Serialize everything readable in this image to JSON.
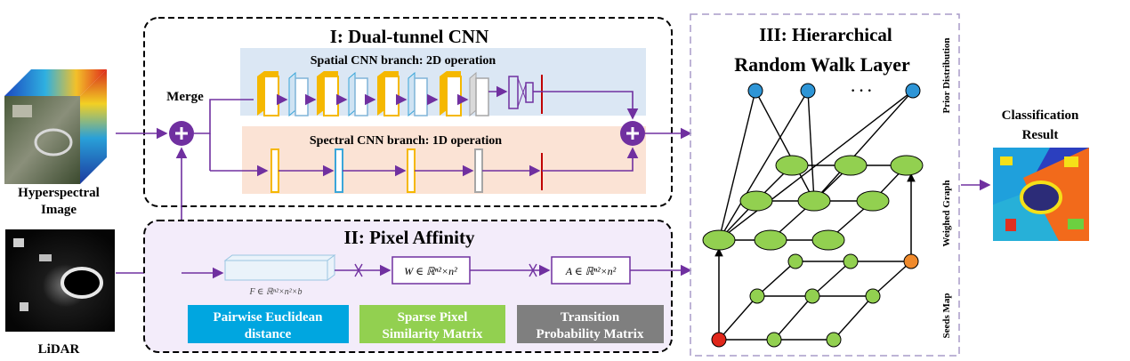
{
  "inputs": {
    "hsi_label_line1": "Hyperspectral",
    "hsi_label_line2": "Image",
    "lidar_label": "LiDAR",
    "merge_label": "Merge"
  },
  "section1": {
    "title": "I: Dual-tunnel CNN",
    "spatial_branch": "Spatial CNN branch: 2D operation",
    "spectral_branch": "Spectral CNN branch: 1D operation"
  },
  "section2": {
    "title": "II: Pixel Affinity",
    "formula_f": "F ∈ ℝⁿ²×n²×b",
    "formula_w": "W ∈ ℝⁿ²×n²",
    "formula_a": "A ∈ ℝⁿ²×n²",
    "box_blue_line1": "Pairwise Euclidean",
    "box_blue_line2": "distance",
    "box_green_line1": "Sparse Pixel",
    "box_green_line2": "Similarity Matrix",
    "box_gray_line1": "Transition",
    "box_gray_line2": "Probability Matrix"
  },
  "section3": {
    "title_line1": "III: Hierarchical",
    "title_line2": "Random Walk Layer",
    "ellipsis": "· · ·",
    "side_prior": "Prior Distribution",
    "side_graph": "Weighed Graph",
    "side_seeds": "Seeds Map"
  },
  "output": {
    "label_line1": "Classification",
    "label_line2": "Result"
  },
  "colors": {
    "purple": "#7030a0",
    "spatial_bg": "#dbe7f4",
    "spectral_bg": "#fbe3d5",
    "affinity_bg": "#f3ecfa",
    "yellow": "#f5b800",
    "blue": "#3aa6d9",
    "gray": "#a6a6a6",
    "red": "#c00000",
    "green_node": "#92d050",
    "seed_red": "#e0271b",
    "seed_orange": "#f08a2c",
    "prior_blue": "#2e95d6"
  }
}
